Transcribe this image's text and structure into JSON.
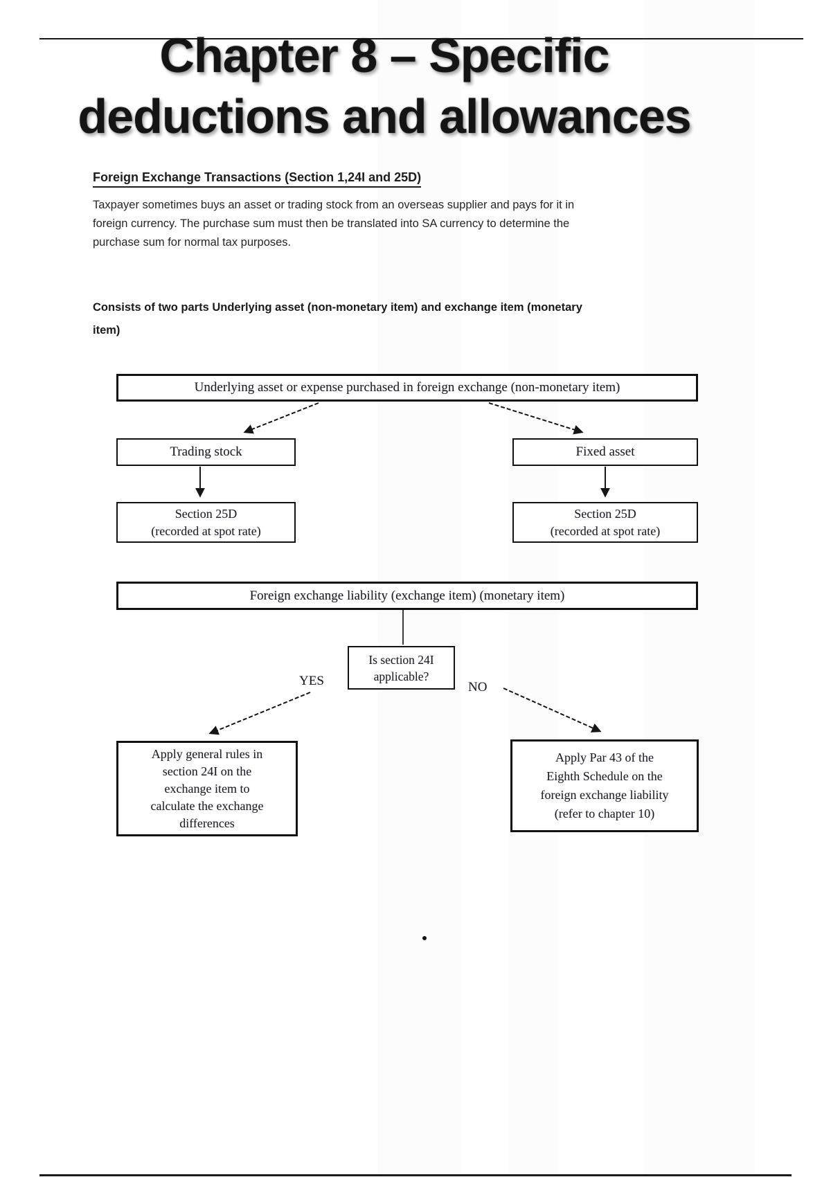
{
  "title": {
    "lines": [
      "Chapter 8 – Specific",
      "deductions and allowances"
    ]
  },
  "intro": {
    "heading": "Foreign Exchange Transactions (Section 1,24I and 25D)",
    "paragraph_lines": [
      "Taxpayer sometimes buys an asset or trading stock from an overseas supplier and pays for it in",
      "foreign currency. The purchase sum must then be translated into SA currency to determine the",
      "purchase sum for normal tax purposes."
    ],
    "subheading_lines": [
      "Consists of two parts Underlying asset (non-monetary item) and exchange item (monetary",
      "item)"
    ]
  },
  "flowchart": {
    "root_box": "Underlying asset or expense purchased in foreign exchange (non-monetary item)",
    "trading_stock_box": "Trading stock",
    "fixed_asset_box": "Fixed asset",
    "section_25d_lines": [
      "Section 25D",
      "(recorded at spot rate)"
    ],
    "liability_box": "Foreign exchange liability (exchange item) (monetary item)",
    "question_lines": [
      "Is section 24I",
      "applicable?"
    ],
    "yes_label": "YES",
    "no_label": "NO",
    "yes_result_lines": [
      "Apply general rules in",
      "section 24I on the",
      "exchange item to",
      "calculate the exchange",
      "differences"
    ],
    "no_result_lines": [
      "Apply Par 43 of the",
      "Eighth Schedule on the",
      "foreign exchange liability",
      "(refer to chapter 10)"
    ]
  },
  "colors": {
    "ink": "#1d1d1d",
    "box_border": "#111111",
    "arrow": "#161616"
  }
}
